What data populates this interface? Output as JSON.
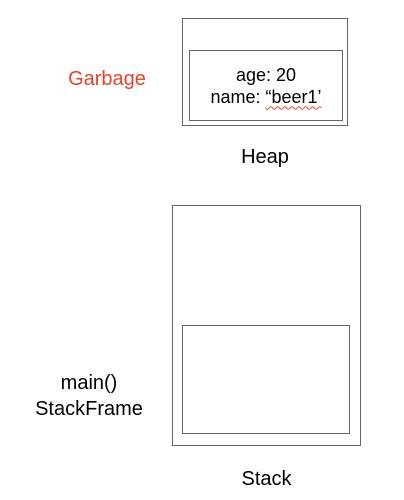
{
  "garbage_label": "Garbage",
  "heap": {
    "object": {
      "age_line": "age: 20",
      "name_prefix": "name: ",
      "name_value": "“beer1’"
    },
    "label": "Heap"
  },
  "stack": {
    "frame_label_line1": "main()",
    "frame_label_line2": "StackFrame",
    "label": "Stack"
  },
  "colors": {
    "garbage": "#e0452f",
    "border": "#666666",
    "spellcheck": "#d94a3a"
  }
}
